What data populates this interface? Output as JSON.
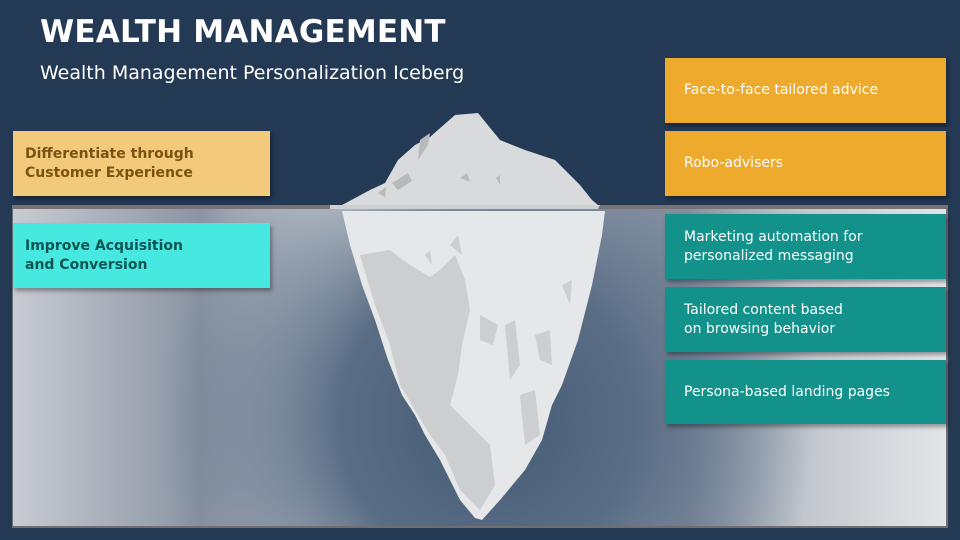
{
  "header": {
    "title": "WEALTH MANAGEMENT",
    "subtitle": "Wealth Management Personalization Iceberg"
  },
  "colors": {
    "background": "#243953",
    "left_top_box": "#f3ca7b",
    "left_top_text": "#7a5310",
    "left_bottom_box": "#47e8e0",
    "left_bottom_text": "#0e5552",
    "orange_box": "#eeaa2c",
    "teal_box": "#12928a",
    "waterline": "#777374"
  },
  "left_labels": [
    {
      "text": "Differentiate through\nCustomer Experience",
      "zone": "above-water"
    },
    {
      "text": "Improve Acquisition\nand Conversion",
      "zone": "below-water"
    }
  ],
  "right_items": [
    {
      "text": "Face-to-face tailored advice",
      "zone": "above-water"
    },
    {
      "text": "Robo-advisers",
      "zone": "above-water"
    },
    {
      "text": "Marketing automation for\npersonalized messaging",
      "zone": "below-water"
    },
    {
      "text": "Tailored content based\non browsing behavior",
      "zone": "below-water"
    },
    {
      "text": "Persona-based landing pages",
      "zone": "below-water"
    }
  ],
  "iceberg": {
    "icon": "iceberg-icon"
  }
}
